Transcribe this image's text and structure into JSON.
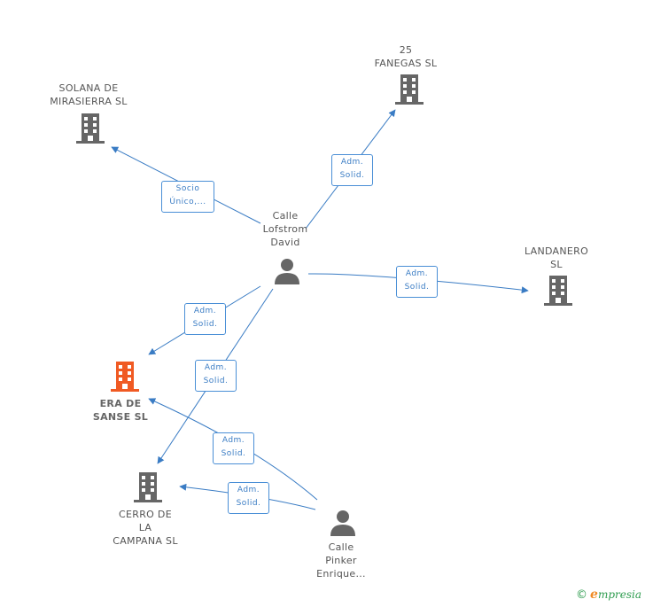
{
  "colors": {
    "edge": "#3a7cc4",
    "building": "#666666",
    "building_highlight": "#f05a23",
    "person": "#666666",
    "edge_label_border": "#4a8fd6"
  },
  "nodes": {
    "solana": {
      "lines": [
        "SOLANA DE",
        "MIRASIERRA SL"
      ],
      "icon": "building-icon",
      "highlight": false
    },
    "fanegas": {
      "lines": [
        "25",
        "FANEGAS  SL"
      ],
      "icon": "building-icon",
      "highlight": false
    },
    "calle_lofstrom": {
      "lines": [
        "Calle",
        "Lofstrom",
        "David"
      ],
      "icon": "person-icon",
      "highlight": false
    },
    "landanero": {
      "lines": [
        "LANDANERO",
        "SL"
      ],
      "icon": "building-icon",
      "highlight": false
    },
    "era_de_sanse": {
      "lines": [
        "ERA DE",
        "SANSE  SL"
      ],
      "icon": "building-icon",
      "highlight": true
    },
    "cerro": {
      "lines": [
        "CERRO DE",
        "LA",
        "CAMPANA  SL"
      ],
      "icon": "building-icon",
      "highlight": false
    },
    "calle_pinker": {
      "lines": [
        "Calle",
        "Pinker",
        "Enrique..."
      ],
      "icon": "person-icon",
      "highlight": false
    }
  },
  "edges": {
    "e1": {
      "lines": [
        "Socio",
        "Único,..."
      ]
    },
    "e2": {
      "lines": [
        "Adm.",
        "Solid."
      ]
    },
    "e3": {
      "lines": [
        "Adm.",
        "Solid."
      ]
    },
    "e4": {
      "lines": [
        "Adm.",
        "Solid."
      ]
    },
    "e5": {
      "lines": [
        "Adm.",
        "Solid."
      ]
    },
    "e6": {
      "lines": [
        "Adm.",
        "Solid."
      ]
    },
    "e7": {
      "lines": [
        "Adm.",
        "Solid."
      ]
    }
  },
  "footer": {
    "copyright": "©",
    "brand_initial": "e",
    "brand_rest": "mpresia"
  }
}
